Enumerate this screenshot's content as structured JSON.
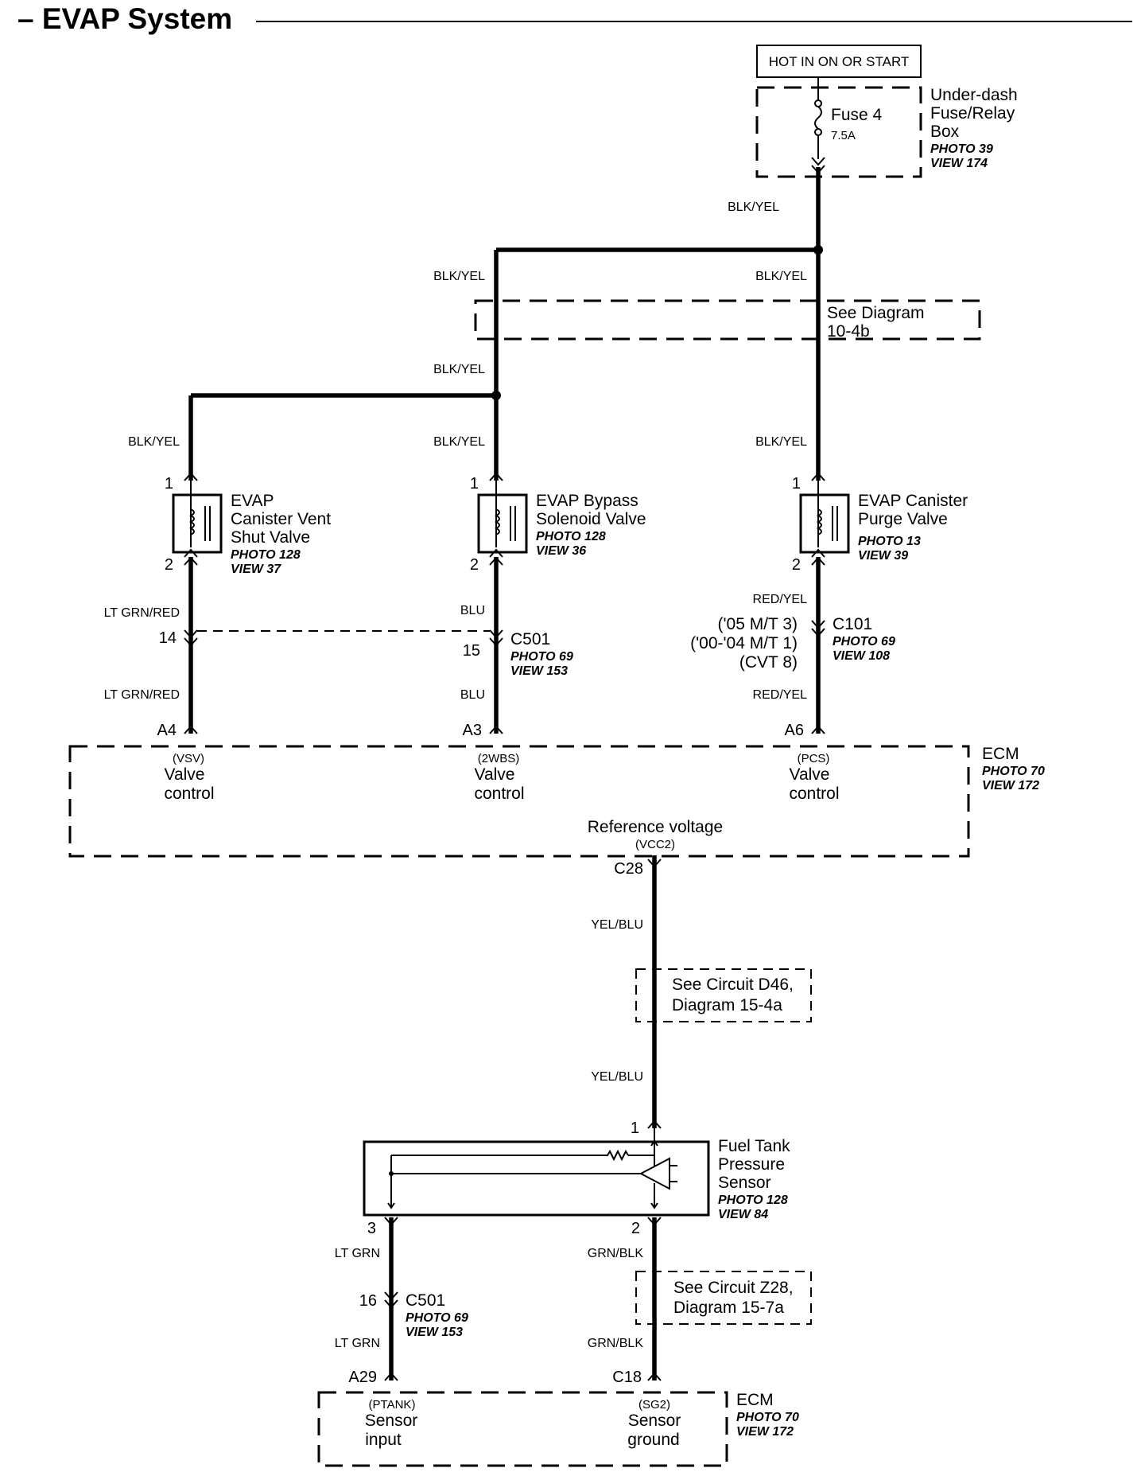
{
  "title": "– EVAP System",
  "hot_label": "HOT IN ON OR START",
  "fuse_box": {
    "fuse_name": "Fuse 4",
    "fuse_rating": "7.5A",
    "name_lines": [
      "Under-dash",
      "Fuse/Relay",
      "Box"
    ],
    "photo": "PHOTO 39",
    "view": "VIEW 174"
  },
  "see_diagram": [
    "See  Diagram",
    "10-4b"
  ],
  "wire_labels": {
    "blk_yel": "BLK/YEL",
    "lt_grn_red": "LT GRN/RED",
    "blu": "BLU",
    "red_yel": "RED/YEL",
    "yel_blu": "YEL/BLU",
    "lt_grn": "LT GRN",
    "grn_blk": "GRN/BLK"
  },
  "components": {
    "vent_valve": {
      "lines": [
        "EVAP",
        "Canister Vent",
        "Shut Valve"
      ],
      "photo": "PHOTO 128",
      "view": "VIEW 37",
      "pin_top": "1",
      "pin_bottom": "2"
    },
    "bypass_valve": {
      "lines": [
        "EVAP Bypass",
        "Solenoid Valve"
      ],
      "photo": "PHOTO 128",
      "view": "VIEW 36",
      "pin_top": "1",
      "pin_bottom": "2"
    },
    "purge_valve": {
      "lines": [
        "EVAP Canister",
        "Purge Valve"
      ],
      "photo": "PHOTO 13",
      "view": "VIEW 39",
      "pin_top": "1",
      "pin_bottom": "2"
    }
  },
  "connectors": {
    "c501_a": {
      "name": "C501",
      "photo": "PHOTO 69",
      "view": "VIEW 153",
      "pin_left": "14",
      "pin_right": "15"
    },
    "c101": {
      "name": "C101",
      "photo": "PHOTO 69",
      "view": "VIEW 108",
      "pins": [
        "('05 M/T 3)",
        "('00-'04 M/T 1)",
        "(CVT 8)"
      ]
    },
    "c501_b": {
      "name": "C501",
      "photo": "PHOTO 69",
      "view": "VIEW 153",
      "pin": "16"
    }
  },
  "ecm_top": {
    "name": "ECM",
    "photo": "PHOTO 70",
    "view": "VIEW 172",
    "pins": [
      "A4",
      "A3",
      "A6"
    ],
    "terminals": [
      {
        "code": "(VSV)",
        "line1": "Valve",
        "line2": "control"
      },
      {
        "code": "(2WBS)",
        "line1": "Valve",
        "line2": "control"
      },
      {
        "code": "(PCS)",
        "line1": "Valve",
        "line2": "control"
      }
    ],
    "ref_voltage": "Reference voltage",
    "ref_code": "(VCC2)",
    "ref_pin": "C28"
  },
  "see_circuit_d46": [
    "See Circuit D46,",
    "Diagram  15-4a"
  ],
  "sensor": {
    "lines": [
      "Fuel Tank",
      "Pressure",
      "Sensor"
    ],
    "photo": "PHOTO 128",
    "view": "VIEW 84",
    "pin_top": "1",
    "pin_left": "3",
    "pin_right": "2"
  },
  "see_circuit_z28": [
    "See Circuit Z28,",
    "Diagram  15-7a"
  ],
  "ecm_bottom": {
    "name": "ECM",
    "photo": "PHOTO 70",
    "view": "VIEW 172",
    "pins": [
      "A29",
      "C18"
    ],
    "terminals": [
      {
        "code": "(PTANK)",
        "line1": "Sensor",
        "line2": "input"
      },
      {
        "code": "(SG2)",
        "line1": "Sensor",
        "line2": "ground"
      }
    ]
  }
}
